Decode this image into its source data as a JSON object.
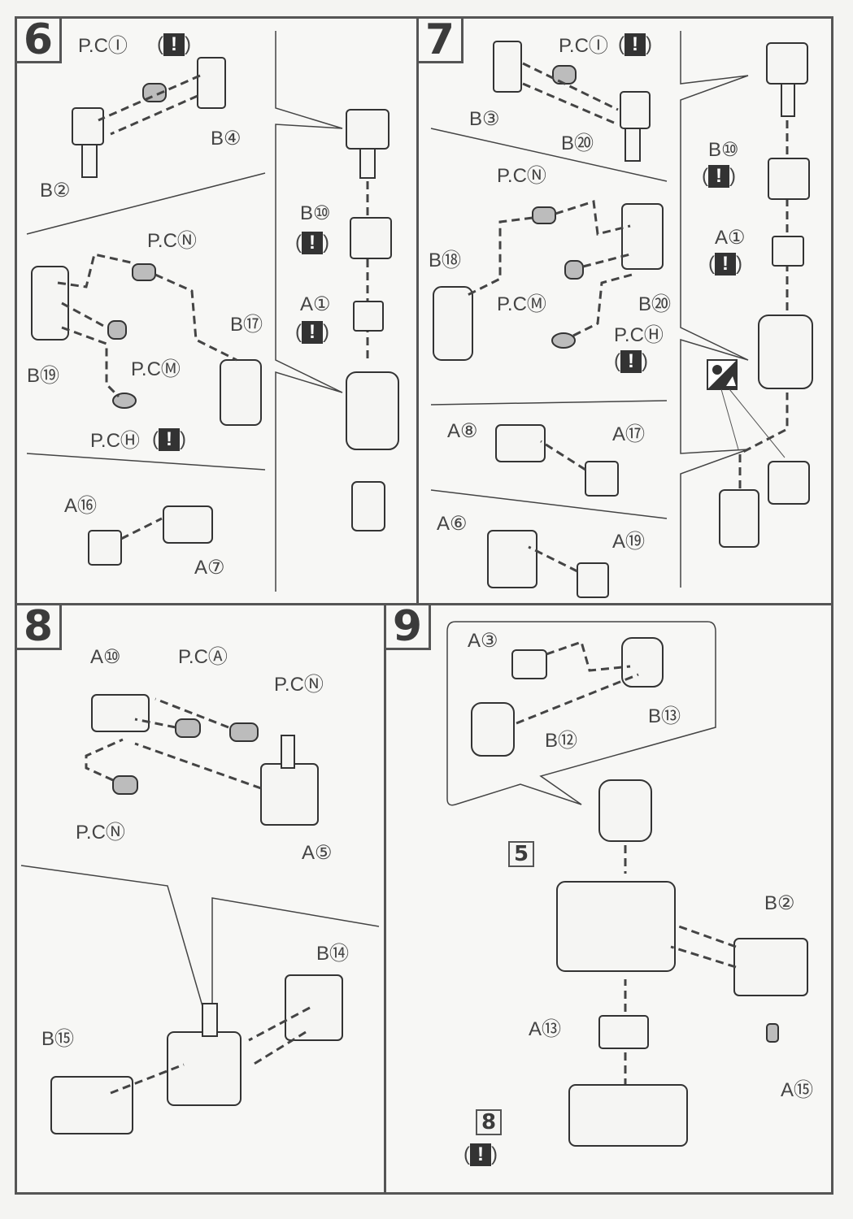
{
  "steps": [
    {
      "number": "6",
      "labels": {
        "pc_i": "P.CⒾ",
        "b24": "B④",
        "b22": "B②",
        "b10": "B⑩",
        "pc_n": "P.CⓃ",
        "b17": "B⑰",
        "a1": "A①",
        "b19": "B⑲",
        "pc_m": "P.CⓂ",
        "pc_h": "P.CⒽ",
        "a16": "A⑯",
        "a7": "A⑦"
      }
    },
    {
      "number": "7",
      "labels": {
        "pc_i": "P.CⒾ",
        "b23": "B③",
        "b21": "B⑳",
        "b10": "B⑩",
        "pc_n": "P.CⓃ",
        "b18": "B⑱",
        "pc_m": "P.CⓂ",
        "b20": "B⑳",
        "pc_h": "P.CⒽ",
        "a1": "A①",
        "a8": "A⑧",
        "a17": "A⑰",
        "a6": "A⑥",
        "a19": "A⑲"
      }
    },
    {
      "number": "8",
      "labels": {
        "a10": "A⑩",
        "pc_a": "P.CⒶ",
        "pc_n_top": "P.CⓃ",
        "pc_n_bottom": "P.CⓃ",
        "a5": "A⑤",
        "b14": "B⑭",
        "b15": "B⑮"
      }
    },
    {
      "number": "9",
      "labels": {
        "a23": "A③",
        "b13": "B⑬",
        "b12": "B⑫",
        "ref5": "5",
        "b2": "B②",
        "a13": "A⑬",
        "a15": "A⑮",
        "ref8": "8"
      }
    }
  ],
  "symbols": {
    "warning": "!",
    "paren_open": "(",
    "paren_close": ")"
  }
}
